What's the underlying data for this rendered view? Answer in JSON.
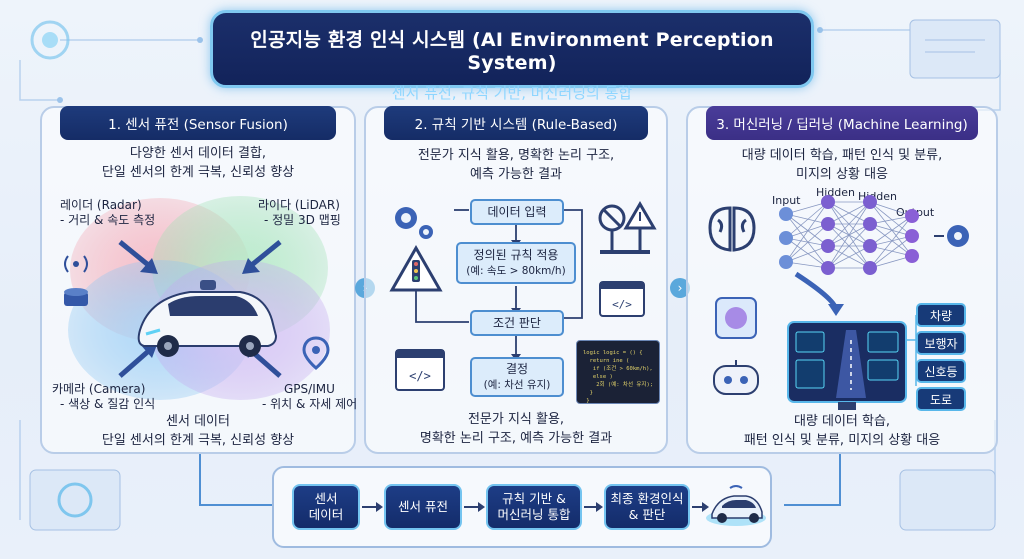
{
  "title": {
    "main": "인공지능 환경 인식 시스템 (AI Environment Perception System)",
    "sub": "센서 퓨전, 규칙 기반, 머신러닝의 통합"
  },
  "panel1": {
    "head": "1. 센서 퓨전 (Sensor Fusion)",
    "desc_line1": "다양한 센서 데이터 결합,",
    "desc_line2": "단일 센서의 한계 극복, 신뢰성 향상",
    "radar_title": "레이더 (Radar)",
    "radar_sub": "- 거리 & 속도 측정",
    "lidar_title": "라이다 (LiDAR)",
    "lidar_sub": "- 정밀 3D 맵핑",
    "camera_title": "카메라 (Camera)",
    "camera_sub": "- 색상 & 질감 인식",
    "gps_title": "GPS/IMU",
    "gps_sub": "- 위치 & 자세 제어",
    "foot_line1": "센서 데이터",
    "foot_line2": "단일 센서의 한계 극복, 신뢰성 향상"
  },
  "panel2": {
    "head": "2. 규칙 기반 시스템 (Rule-Based)",
    "desc_line1": "전문가 지식 활용, 명확한 논리 구조,",
    "desc_line2": "예측 가능한 결과",
    "box_input": "데이터 입력",
    "box_rule": "정의된 규칙 적용",
    "box_rule_sub": "(예: 속도 > 80km/h)",
    "box_cond": "조건 판단",
    "box_decide": "결정",
    "box_decide_sub": "(예: 차선 유지)",
    "code": "logic logic = () {\n  return ine (\n   if (조건 > 60km/h),\n   else )\n    2회 (예: 차선 유지);\n  }\n }",
    "foot_line1": "전문가 지식 활용,",
    "foot_line2": "명확한 논리 구조, 예측 가능한 결과"
  },
  "panel3": {
    "head": "3. 머신러닝 / 딥러닝 (Machine Learning)",
    "desc_line1": "대량 데이터 학습, 패턴 인식 및 분류,",
    "desc_line2": "미지의 상황 대응",
    "nn_input": "Input",
    "nn_hidden1": "Hidden",
    "nn_hidden2": "Hidden",
    "nn_output": "Output",
    "out1": "차량",
    "out2": "보행자",
    "out3": "신호등",
    "out4": "도로",
    "foot_line1": "대량 데이터 학습,",
    "foot_line2": "패턴 인식 및 분류, 미지의 상황 대응"
  },
  "pipeline": {
    "step1": "센서\n데이터",
    "step2": "센서 퓨전",
    "step3": "규칙 기반 &\n머신러닝 통합",
    "step4": "최종 환경인식\n& 판단"
  },
  "colors": {
    "navy": "#152c66",
    "accent_blue": "#58b7ea",
    "purple": "#3b2f86",
    "radar_red": "#f3a6b2",
    "lidar_green": "#9fe0b4",
    "camera_blue": "#8cc6f2",
    "gps_purple": "#c3a9ee"
  }
}
